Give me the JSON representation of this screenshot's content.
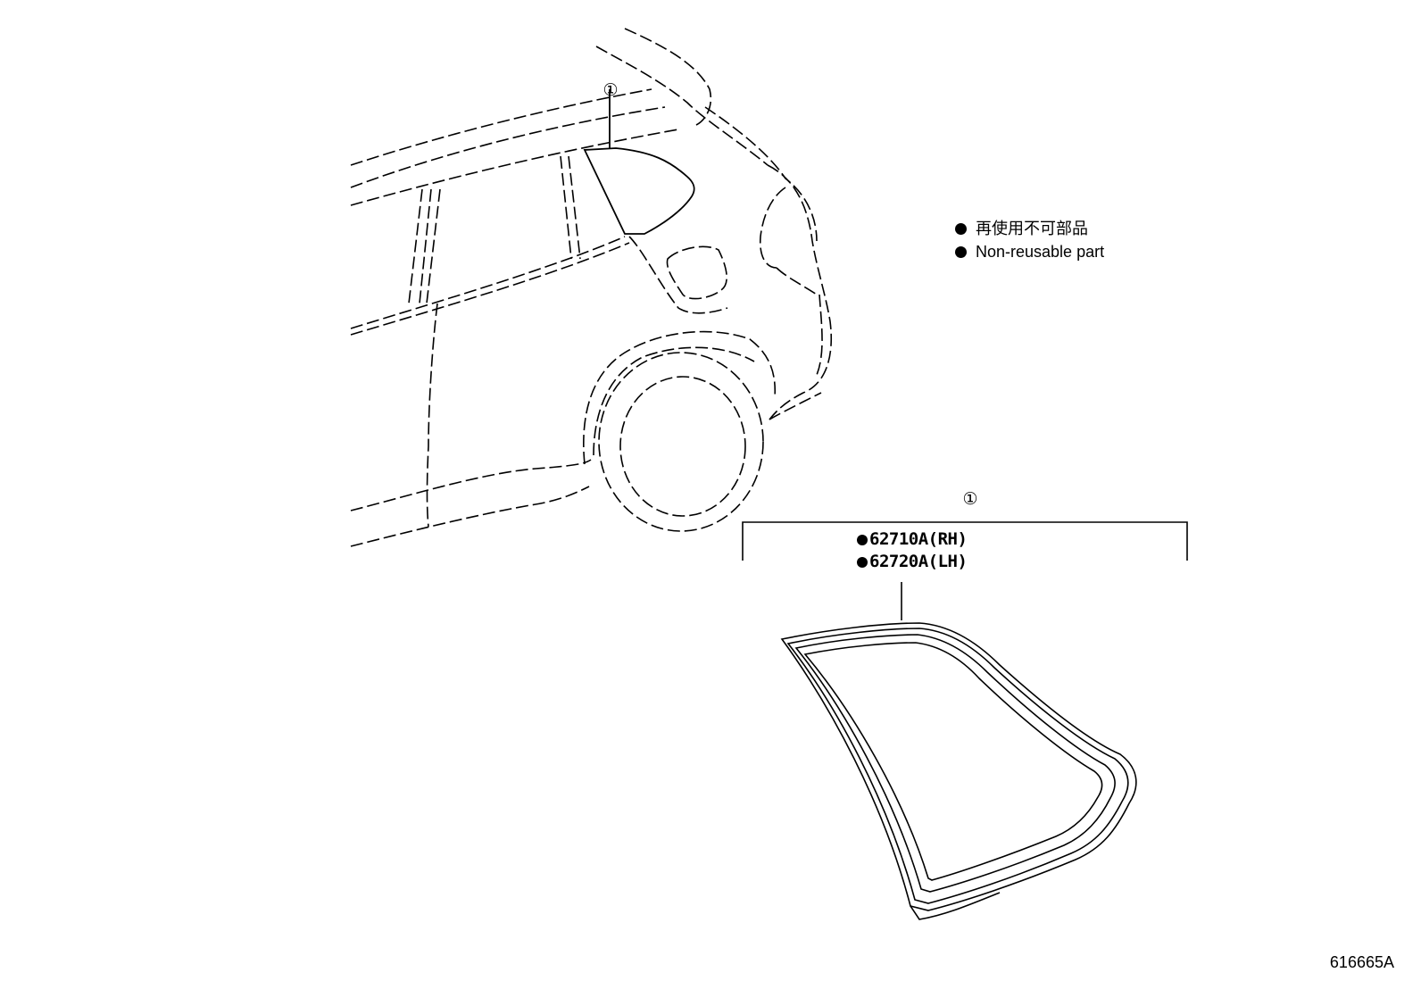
{
  "legend": [
    {
      "text": "再使用不可部品"
    },
    {
      "text": "Non-reusable part"
    }
  ],
  "callouts": {
    "car_ref": "①",
    "part_ref": "①"
  },
  "parts": [
    {
      "number": "62710A(RH)"
    },
    {
      "number": "62720A(LH)"
    }
  ],
  "reference_code": "616665A"
}
